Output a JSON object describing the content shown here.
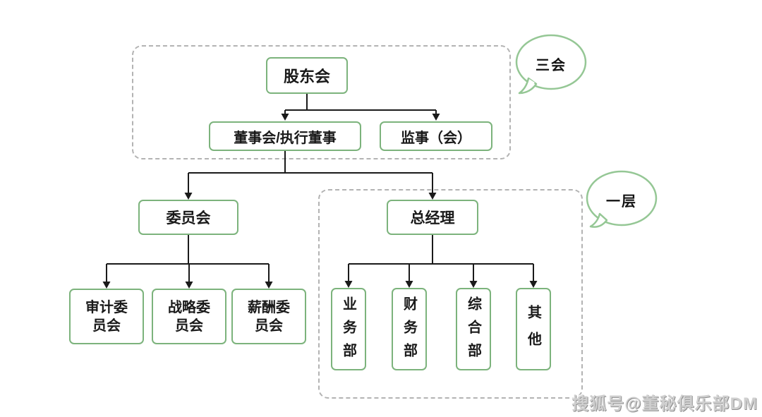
{
  "diagram": {
    "nodes": {
      "shareholders": {
        "label": "股东会"
      },
      "board": {
        "label": "董事会/执行董事"
      },
      "supervisors": {
        "label": "监事（会）"
      },
      "committee": {
        "label": "委员会"
      },
      "general_manager": {
        "label": "总经理"
      },
      "audit_committee": {
        "label": "审计委员会"
      },
      "strategy_committee": {
        "label": "战略委员会"
      },
      "compensation_committee": {
        "label": "薪酬委员会"
      },
      "business_dept": {
        "label": "业务部"
      },
      "finance_dept": {
        "label": "财务部"
      },
      "general_affairs_dept": {
        "label": "综合部"
      },
      "other_dept": {
        "label": "其他"
      }
    },
    "callouts": {
      "three_meetings": {
        "label": "三会"
      },
      "first_layer": {
        "label": "一层"
      }
    },
    "colors": {
      "node_border": "#7cb37c",
      "callout_border": "#95c795",
      "group_dash": "#b3b3b3",
      "connector": "#1a1a1a",
      "text": "#1a1a1a",
      "watermark_gray": "#9a9a9a"
    }
  },
  "watermark": {
    "text": "搜狐号@董秘俱乐部DM"
  }
}
